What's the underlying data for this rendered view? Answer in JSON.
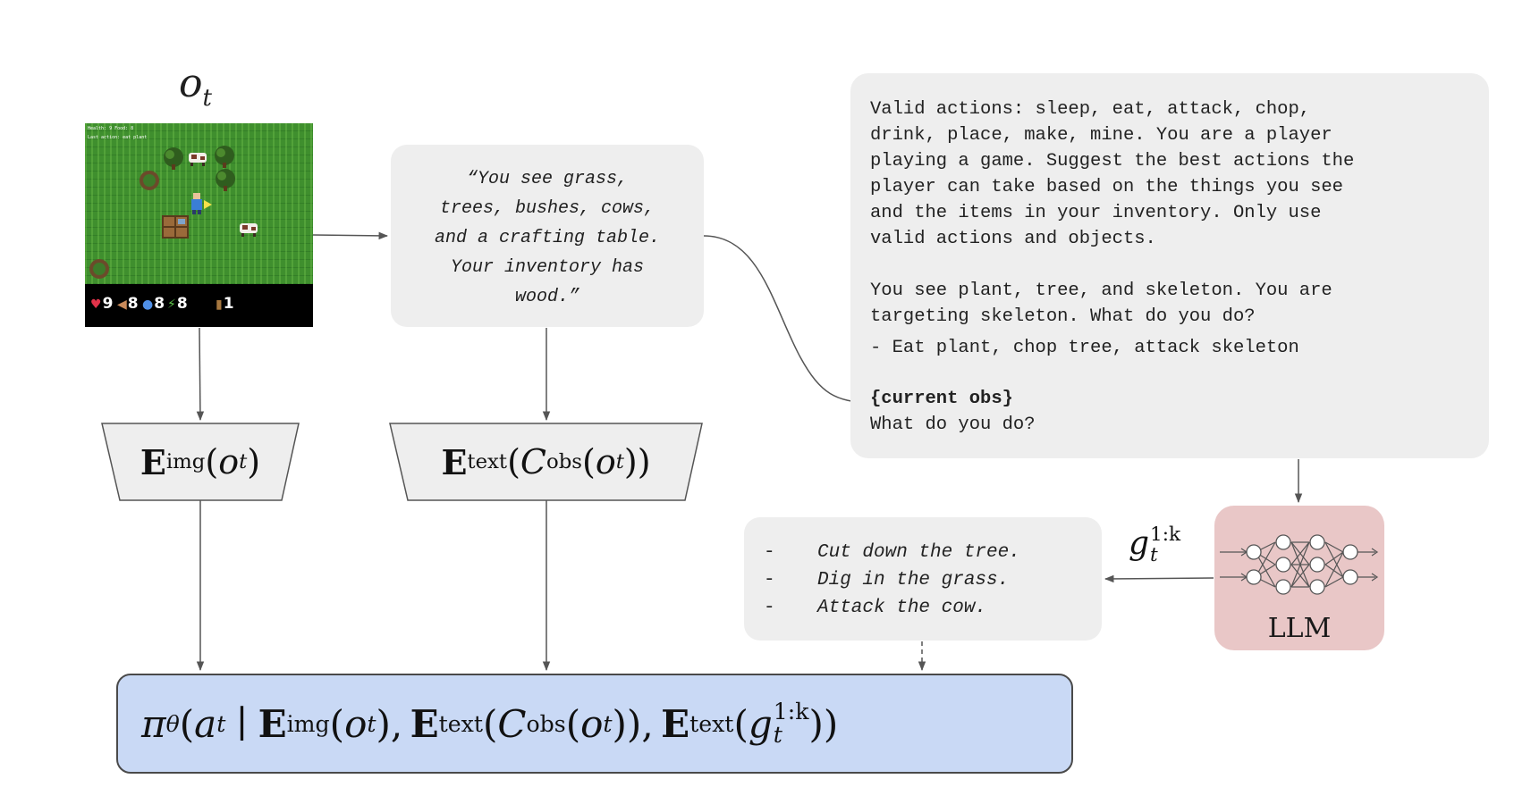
{
  "observation": {
    "label": "o",
    "label_sub": "t",
    "game": {
      "tiny_line_1": "Health: 9  Food: 8",
      "tiny_line_2": "Last action: eat plant",
      "hud": {
        "health": "9",
        "food": "8",
        "drink": "8",
        "energy": "8",
        "wood": "1"
      }
    }
  },
  "caption_box": {
    "lines": [
      "“You see grass,",
      "trees, bushes, cows,",
      "and a crafting table.",
      "Your inventory has",
      "wood.”"
    ]
  },
  "prompt_box": {
    "intro_lines": [
      "Valid actions: sleep, eat, attack, chop,",
      "drink, place, make, mine. You are a player",
      "playing a game. Suggest the best actions the",
      "player can take based on the things you see",
      "and the items in your inventory. Only use",
      "valid actions and objects."
    ],
    "example_lines": [
      "You see plant, tree, and skeleton. You are",
      "targeting skeleton. What do you do?"
    ],
    "example_answer": "- Eat plant, chop tree, attack skeleton",
    "current_obs": "{current obs}",
    "question": "What do you do?"
  },
  "encoders": {
    "img": {
      "symbol": "E",
      "subscript": "img",
      "open": "(",
      "var": "o",
      "var_sub": "t",
      "close": ")"
    },
    "text": {
      "symbol": "E",
      "subscript": "text",
      "open": "(",
      "c": "C",
      "c_sub": "obs",
      "inner_open": "(",
      "var": "o",
      "var_sub": "t",
      "close": "))"
    }
  },
  "subgoals": {
    "dash": "-",
    "items": [
      "Cut down the tree.",
      "Dig in the grass.",
      "Attack the cow."
    ]
  },
  "subgoal_label": {
    "symbol": "g",
    "sup": "1:k",
    "sub": "t"
  },
  "llm": {
    "label": "LLM"
  },
  "policy": {
    "pi": "π",
    "theta": "θ",
    "a": "a",
    "a_sub": "t",
    "bar": "∣",
    "E": "E",
    "img": "img",
    "text": "text",
    "o": "o",
    "t": "t",
    "C": "C",
    "obs": "obs",
    "g": "g",
    "g_sup": "1:k"
  }
}
